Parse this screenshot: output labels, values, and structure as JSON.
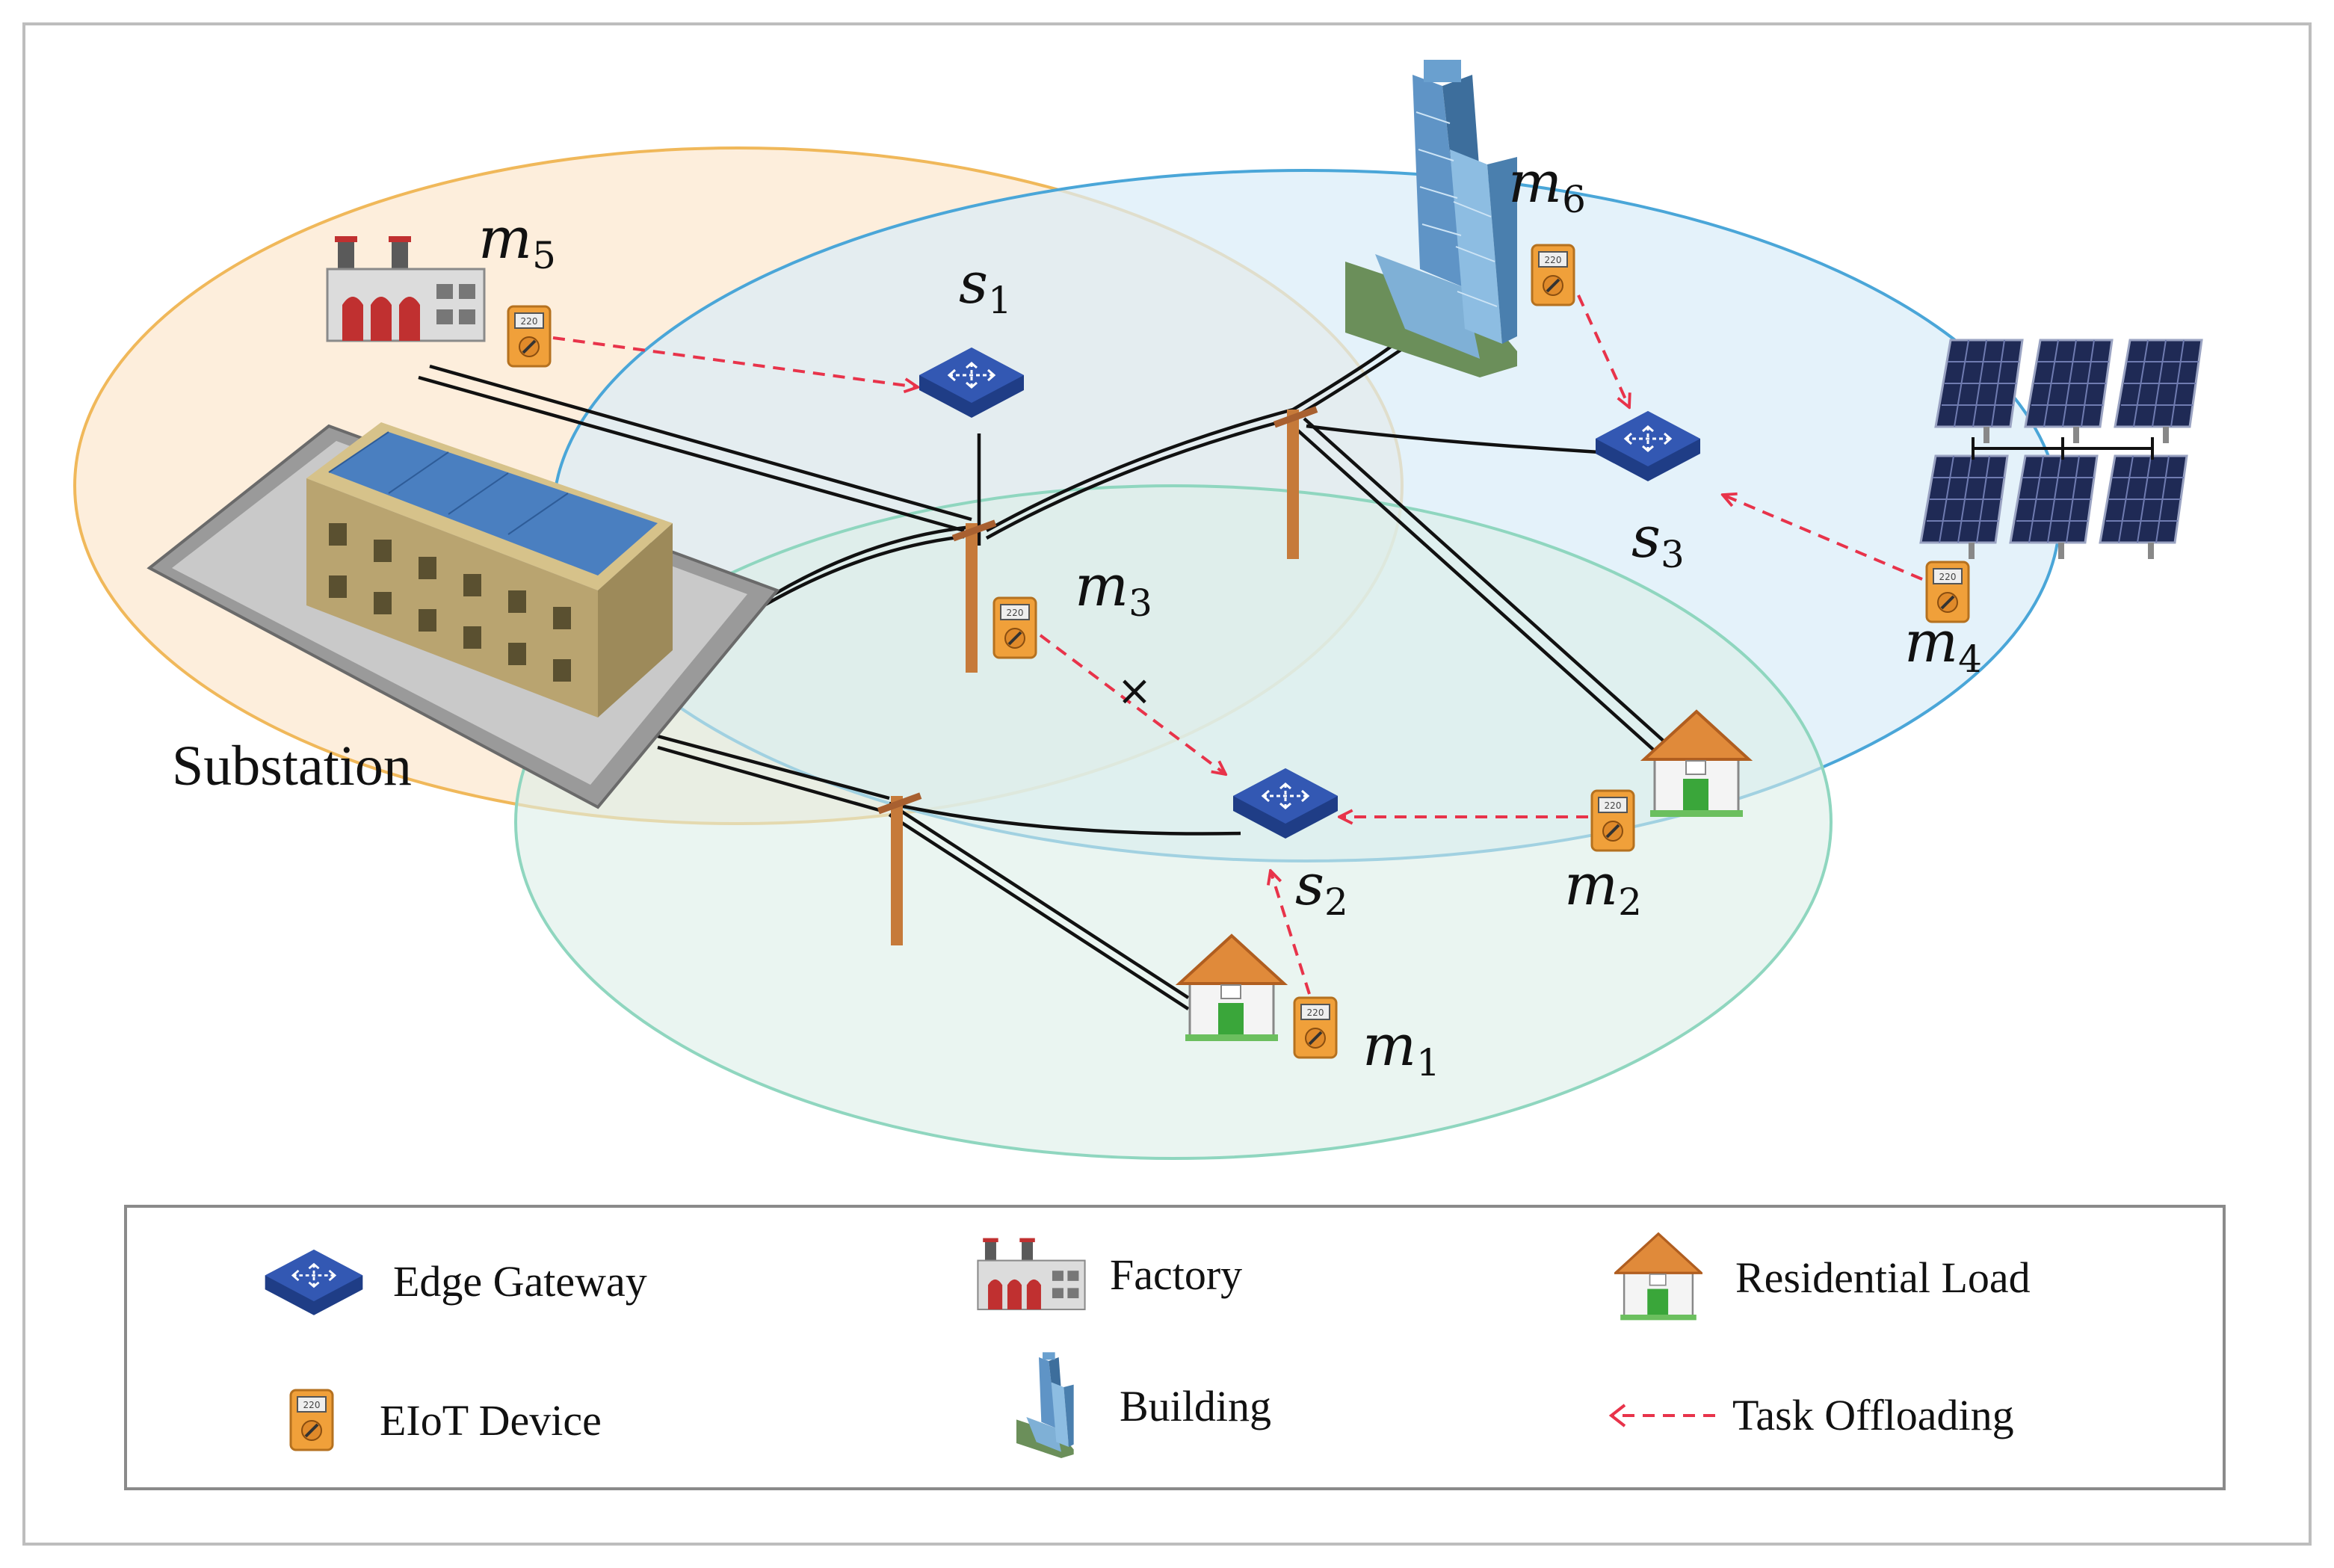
{
  "diagram": {
    "substation_label": "Substation",
    "nodes": {
      "s1": {
        "base": "s",
        "sub": "1"
      },
      "s2": {
        "base": "s",
        "sub": "2"
      },
      "s3": {
        "base": "s",
        "sub": "3"
      },
      "m1": {
        "base": "m",
        "sub": "1"
      },
      "m2": {
        "base": "m",
        "sub": "2"
      },
      "m3": {
        "base": "m",
        "sub": "3"
      },
      "m4": {
        "base": "m",
        "sub": "4"
      },
      "m5": {
        "base": "m",
        "sub": "5"
      },
      "m6": {
        "base": "m",
        "sub": "6"
      }
    },
    "failed_link_mark": "×",
    "device_screen_text": "220",
    "colors": {
      "orange_region": "#fdebd6",
      "orange_region_border": "#f0b85a",
      "blue_region": "#d9edf8",
      "blue_region_border": "#4aa6d8",
      "green_region": "#dcefe8",
      "green_region_border": "#8fd6bf",
      "task_offloading": "#e8334a",
      "power_line": "#111111",
      "gateway": "#2b4fa3",
      "eiot_device": "#f0a03a",
      "roof": "#e08a3a",
      "door": "#3aa63a"
    }
  },
  "legend": {
    "edge_gateway": "Edge Gateway",
    "factory": "Factory",
    "residential_load": "Residential Load",
    "eiot_device": "EIoT Device",
    "building": "Building",
    "task_offloading": "Task Offloading"
  }
}
